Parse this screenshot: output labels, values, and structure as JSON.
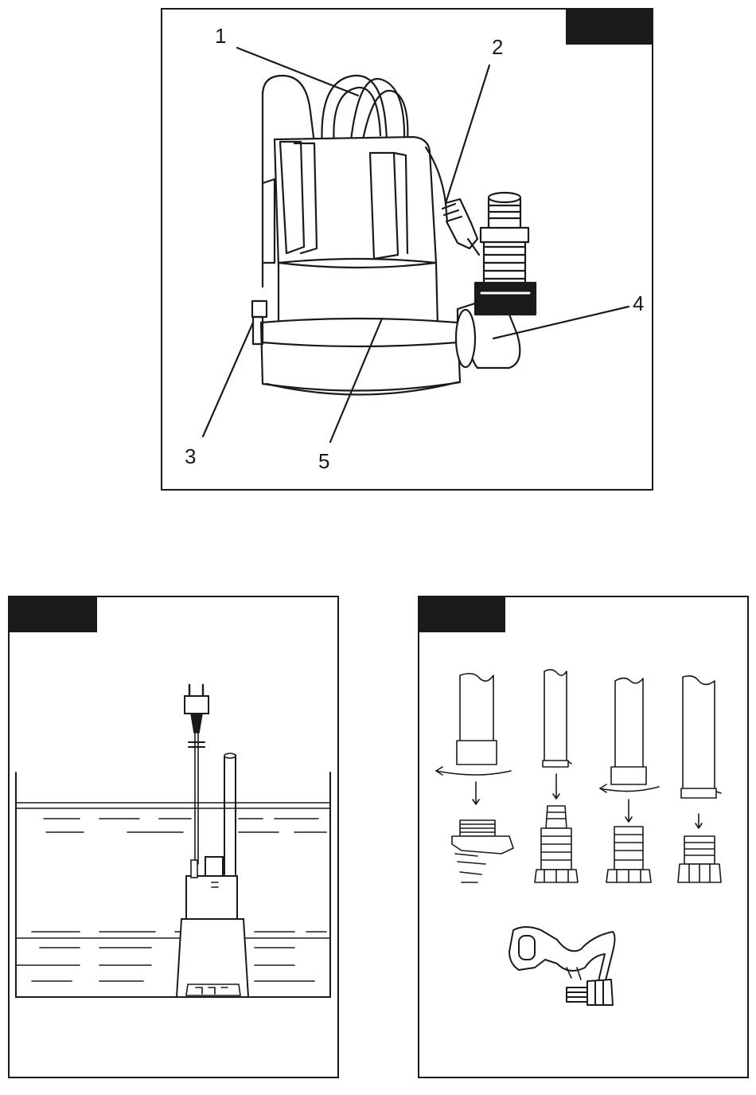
{
  "figure1": {
    "callouts": [
      "1",
      "2",
      "3",
      "4",
      "5"
    ]
  },
  "colors": {
    "ink": "#1a1a1a",
    "paper": "#ffffff",
    "tab": "#1a1a1a"
  }
}
